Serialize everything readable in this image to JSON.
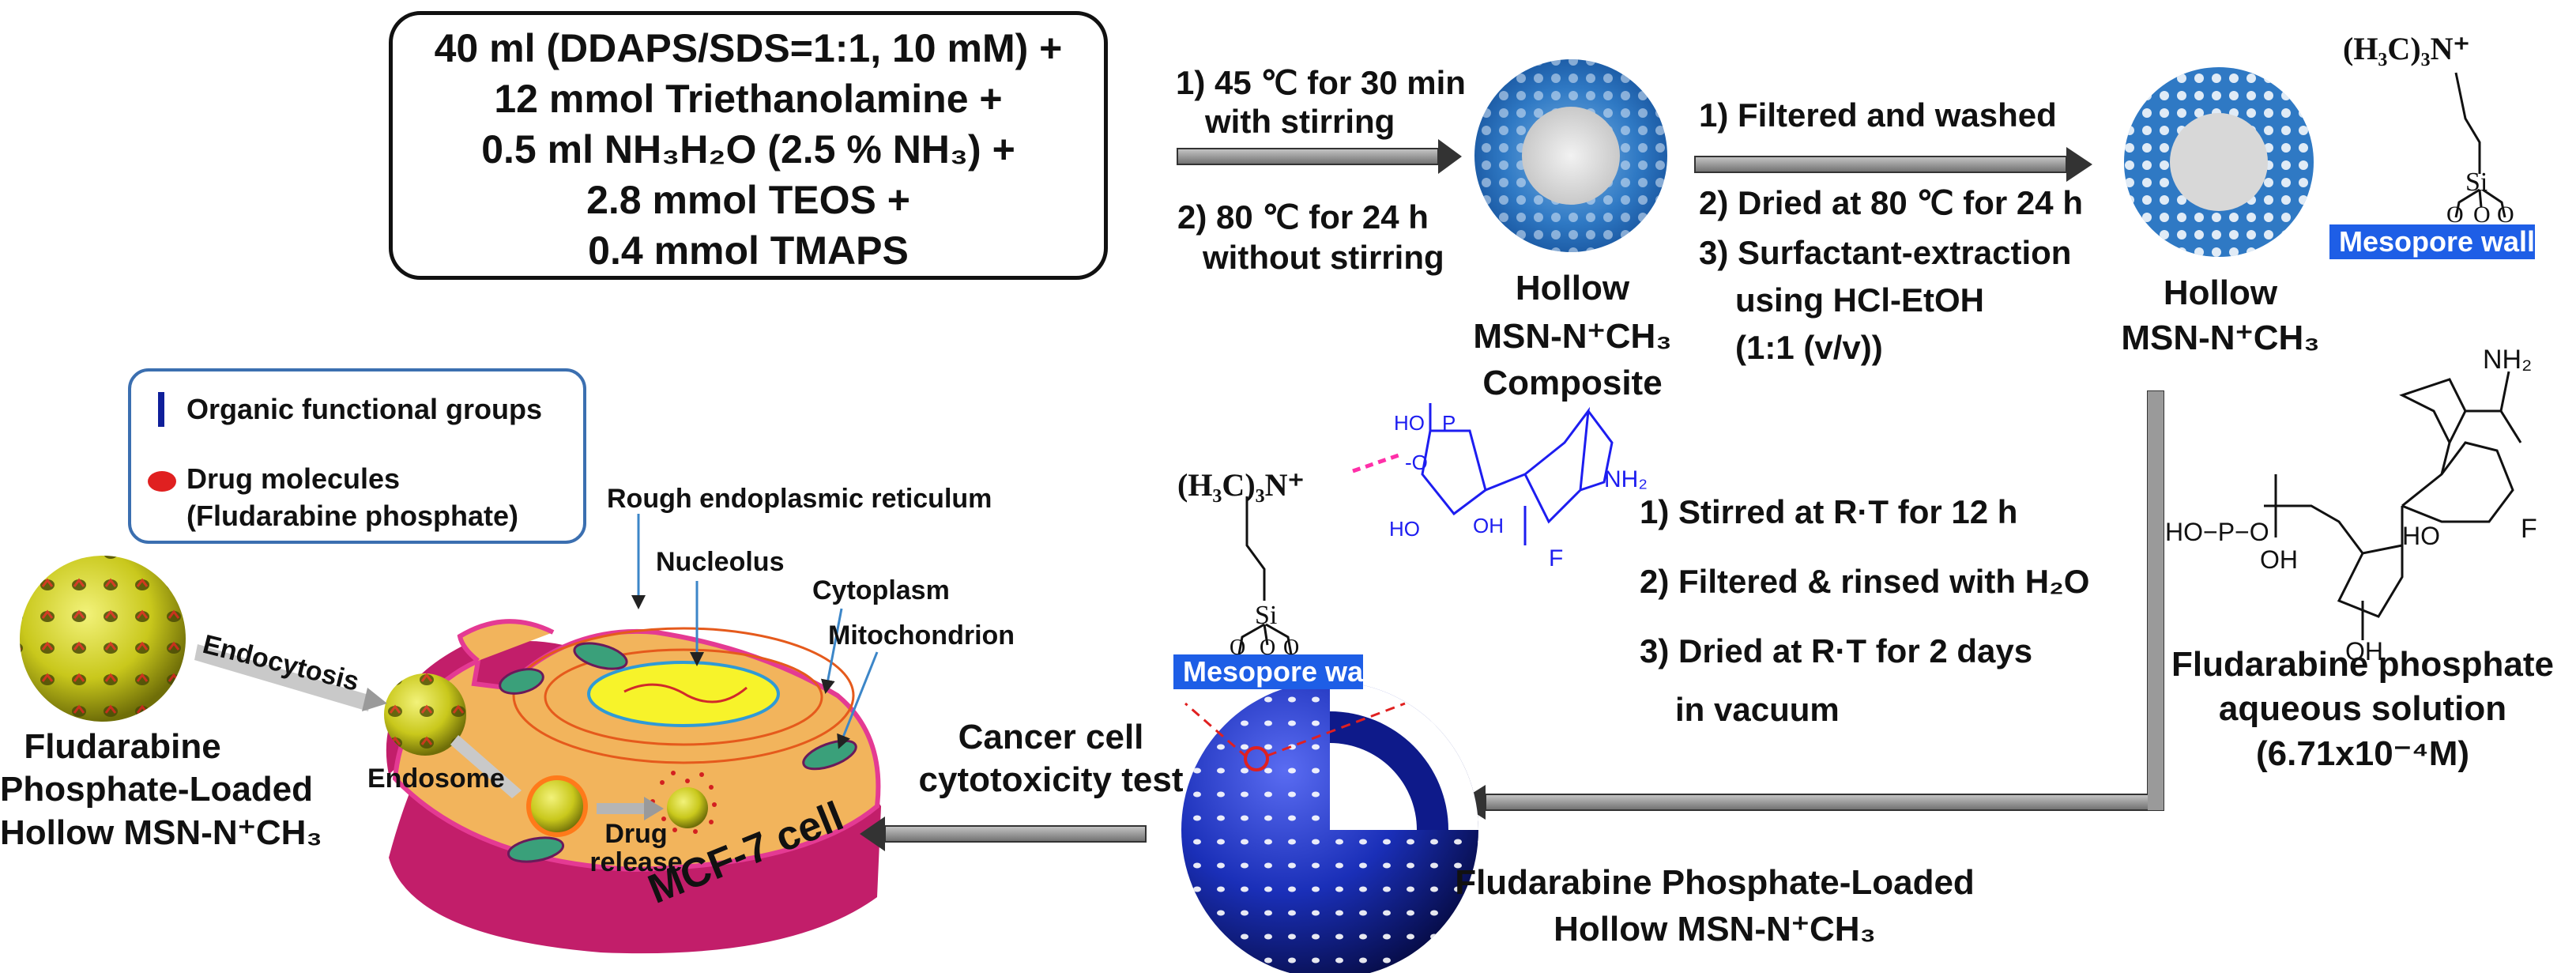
{
  "reagents": [
    "40 ml (DDAPS/SDS=1:1, 10 mM)  +",
    "12 mmol Triethanolamine +",
    "0.5 ml NH₃H₂O (2.5 % NH₃) +",
    "2.8 mmol TEOS +",
    "0.4 mmol TMAPS"
  ],
  "step1": {
    "a1": "1) 45 ℃ for 30 min",
    "a2": "with stirring",
    "b1": "2) 80 ℃ for 24 h",
    "b2": "without stirring"
  },
  "composite_label": [
    "Hollow",
    "MSN-N⁺CH₃",
    "Composite"
  ],
  "step2": {
    "a": "1) Filtered and washed",
    "b": "2) Dried at 80 ℃ for 24 h",
    "c1": "3) Surfactant-extraction",
    "c2": "using HCl-EtOH",
    "c3": "(1:1 (v/v))"
  },
  "hollow_label": [
    "Hollow",
    "MSN-N⁺CH₃"
  ],
  "chem": {
    "trimethylammonium": "(H₃C)₃N⁺",
    "si": "Si",
    "o": "O",
    "mesopore_wall": "Mesopore wall",
    "nh2": "NH₂",
    "f": "F",
    "n": "N",
    "ho": "HO",
    "oh": "OH",
    "p": "P",
    "ho_p": "HO−P−O",
    "o_minus": "-O"
  },
  "drug_label": [
    "Fludarabine phosphate",
    "aqueous solution",
    "(6.71x10⁻⁴M)"
  ],
  "step3": {
    "a": "1) Stirred at R·T for 12 h",
    "b": "2) Filtered & rinsed with H₂O",
    "c": "3) Dried at R·T for 2 days",
    "d": "in vacuum"
  },
  "loaded_label": [
    "Fludarabine Phosphate-Loaded",
    "Hollow MSN-N⁺CH₃"
  ],
  "cytotox_label": [
    "Cancer cell",
    "cytotoxicity test"
  ],
  "legend": {
    "item1": "Organic functional groups",
    "item2a": "Drug molecules",
    "item2b": "(Fludarabine phosphate)"
  },
  "cell": {
    "rer": "Rough endoplasmic reticulum",
    "nucleolus": "Nucleolus",
    "cytoplasm": "Cytoplasm",
    "mitochondrion": "Mitochondrion",
    "endocytosis": "Endocytosis",
    "endosome": "Endosome",
    "drug_release_1": "Drug",
    "drug_release_2": "release",
    "name": "MCF-7 cell"
  },
  "left_particle_label": [
    "Fludarabine",
    "Phosphate-Loaded",
    "Hollow MSN-N⁺CH₃"
  ],
  "colors": {
    "blue_sphere": "#2f79c4",
    "blue_dark": "#0f1f7a",
    "drug_blue": "#1d1df0",
    "cell_pink": "#d6337f",
    "cytoplasm": "#f2b45c",
    "nucleus": "#f7f32a",
    "arrow_grey": "#8a8a8a",
    "particle_yellow": "#c9c81c",
    "mesopore_blue": "#1e5ee6"
  }
}
